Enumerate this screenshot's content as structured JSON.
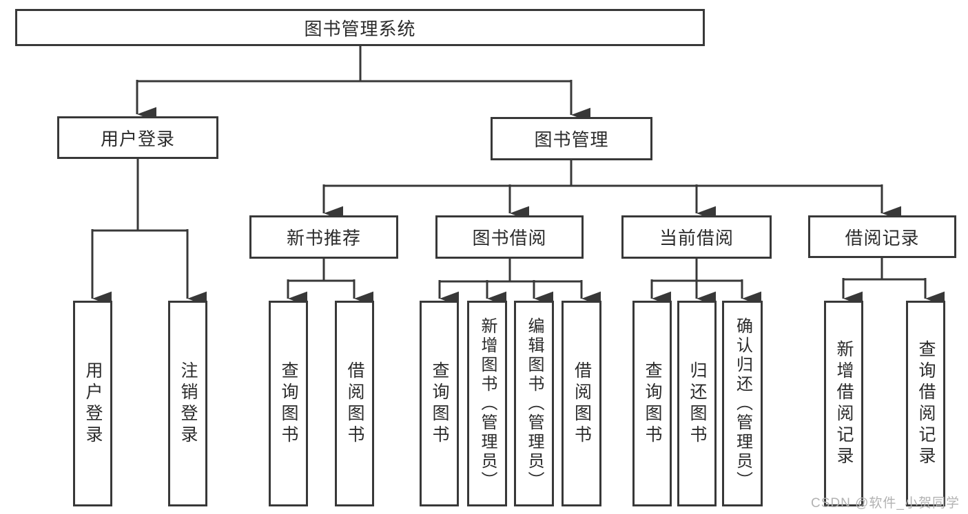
{
  "diagram": {
    "root": {
      "label": "图书管理系统"
    },
    "branches": [
      {
        "label": "用户登录",
        "children": [
          {
            "label": "用户登录"
          },
          {
            "label": "注销登录"
          }
        ]
      },
      {
        "label": "图书管理",
        "children": [
          {
            "label": "新书推荐",
            "children": [
              {
                "label": "查询图书"
              },
              {
                "label": "借阅图书"
              }
            ]
          },
          {
            "label": "图书借阅",
            "children": [
              {
                "label": "查询图书"
              },
              {
                "label": "新增图书（管理员）"
              },
              {
                "label": "编辑图书（管理员）"
              },
              {
                "label": "借阅图书"
              }
            ]
          },
          {
            "label": "当前借阅",
            "children": [
              {
                "label": "查询图书"
              },
              {
                "label": "归还图书"
              },
              {
                "label": "确认归还（管理员）"
              }
            ]
          },
          {
            "label": "借阅记录",
            "children": [
              {
                "label": "新增借阅记录"
              },
              {
                "label": "查询借阅记录"
              }
            ]
          }
        ]
      }
    ]
  },
  "colors": {
    "line": "#383838",
    "text": "#2b2b2b",
    "watermark": "#b2b2b2"
  },
  "watermark": {
    "text": "CSDN @软件_小贺同学"
  }
}
